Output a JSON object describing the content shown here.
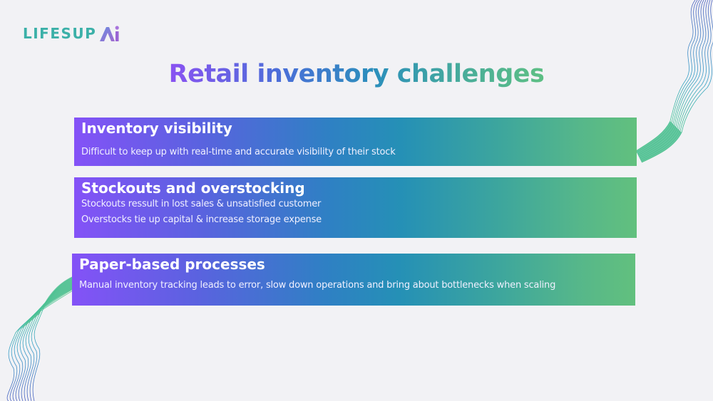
{
  "logo": {
    "text": "LIFESUP",
    "mark": "Ai"
  },
  "title": "Retail inventory challenges",
  "cards": [
    {
      "title": "Inventory visibility",
      "lines": [
        "Difficult to keep up with real-time and accurate visibility of their stock"
      ]
    },
    {
      "title": "Stockouts and overstocking",
      "lines": [
        "Stockouts ressult in lost sales & unsatisfied customer",
        "Overstocks tie up capital & increase storage expense"
      ]
    },
    {
      "title": "Paper-based processes",
      "lines": [
        "Manual inventory tracking leads to error, slow down operations and bring about bottlenecks when scaling"
      ]
    }
  ],
  "colors": {
    "background": "#f2f2f5",
    "gradient_start": "#8452f7",
    "gradient_mid": "#2590b6",
    "gradient_end": "#62c07e",
    "logo_teal": "#3bb0a8",
    "logo_purple": "#8a5cd6"
  }
}
